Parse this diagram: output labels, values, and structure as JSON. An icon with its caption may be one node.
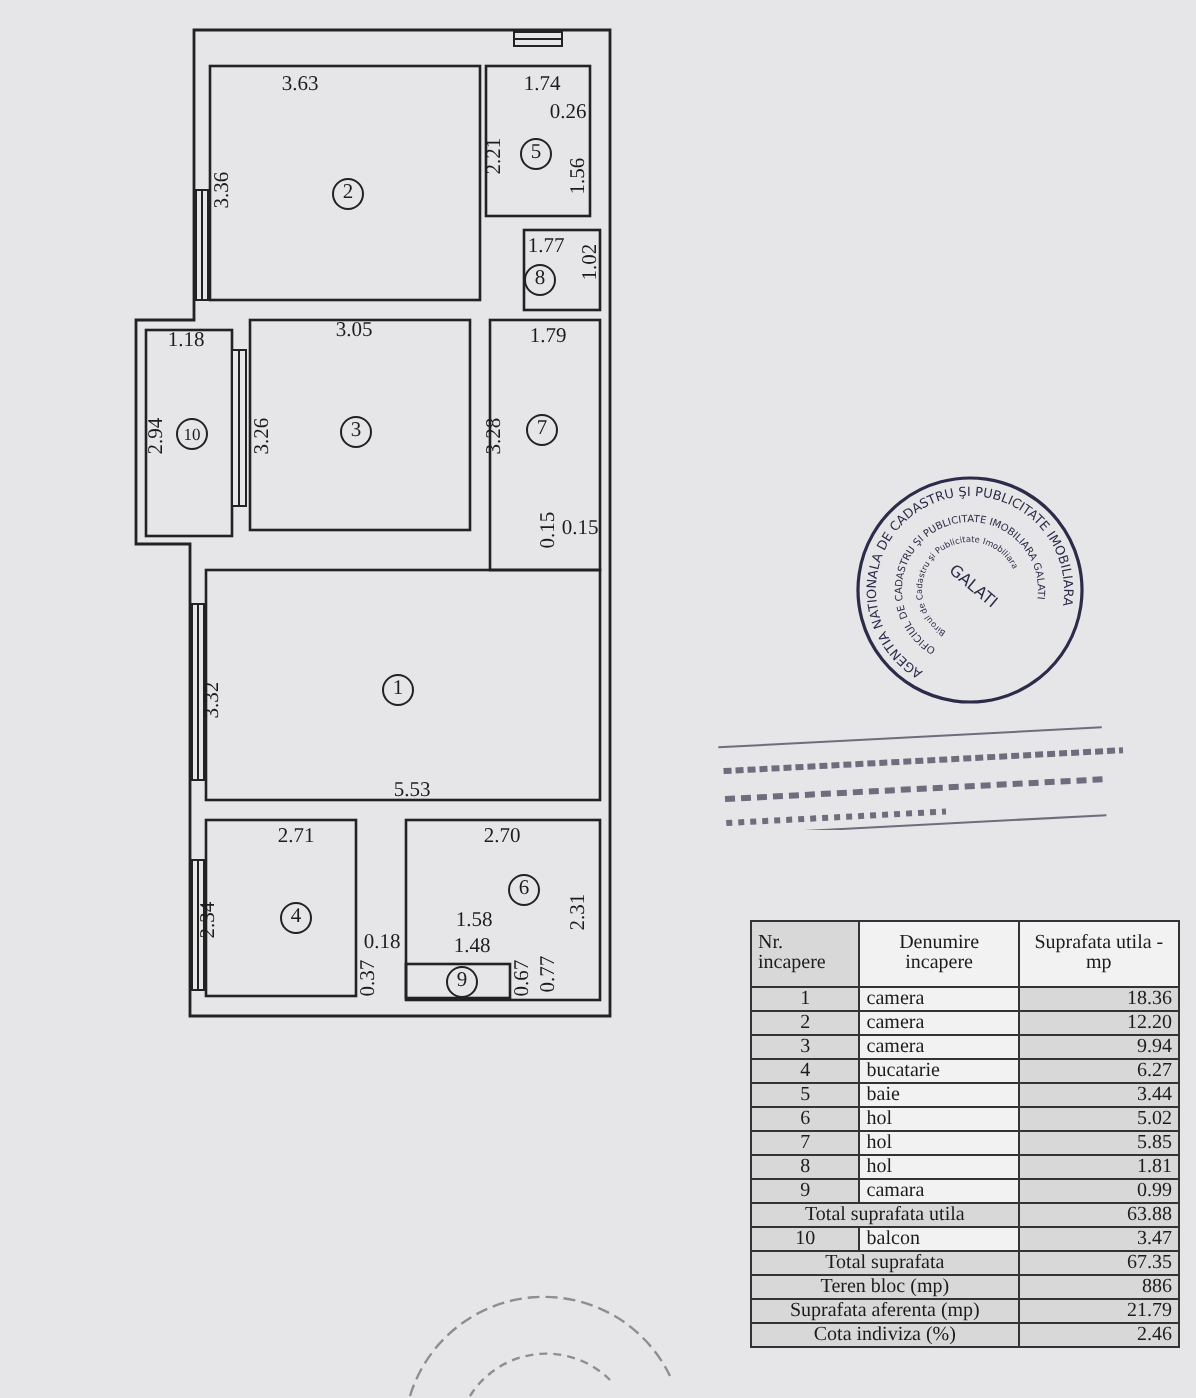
{
  "diagram": {
    "nodes": [
      {
        "text": [
          "2"
        ]
      },
      {
        "text": [
          "5"
        ]
      },
      {
        "text": [
          "8"
        ]
      },
      {
        "text": [
          "10"
        ]
      },
      {
        "text": [
          "3"
        ]
      },
      {
        "text": [
          "7"
        ]
      },
      {
        "text": [
          "1"
        ]
      },
      {
        "text": [
          "6"
        ]
      },
      {
        "text": [
          "4"
        ]
      },
      {
        "text": [
          "9"
        ]
      }
    ],
    "labels": [
      "3.63",
      "1.74",
      "0.26",
      "3.36",
      "2.21",
      "1.56",
      "1.77",
      "1.02",
      "1.18",
      "3.05",
      "1.79",
      "2.94",
      "3.26",
      "3.28",
      "0.15",
      "0.15",
      "3.32",
      "5.53",
      "2.71",
      "2.70",
      "2.34",
      "1.58",
      "0.18",
      "1.48",
      "0.37",
      "0.67",
      "0.77",
      "2.31",
      "AGENTIA NATIONALA DE CADASTRU ŞI PUBLICITATE IMOBILIARA",
      "OFICIUL DE CADASTRU ŞI PUBLICITATE IMOBILIARA GALATI",
      "Biroul de Cadastru şi Publicitate Imobiliara",
      "GALATI",
      "Nr. incapere",
      "Denumire incapere",
      "Suprafata utila -mp",
      "1",
      "camera",
      "18.36",
      "2",
      "camera",
      "12.20",
      "3",
      "camera",
      "9.94",
      "4",
      "bucatarie",
      "6.27",
      "5",
      "baie",
      "3.44",
      "6",
      "hol",
      "5.02",
      "7",
      "hol",
      "5.85",
      "8",
      "hol",
      "1.81",
      "9",
      "camara",
      "0.99",
      "Total suprafata utila",
      "63.88",
      "10",
      "balcon",
      "3.47",
      "Total suprafata",
      "67.35",
      "Teren bloc (mp)",
      "886",
      "Suprafata aferenta (mp)",
      "21.79",
      "Cota indiviza (%)",
      "2.46"
    ]
  }
}
